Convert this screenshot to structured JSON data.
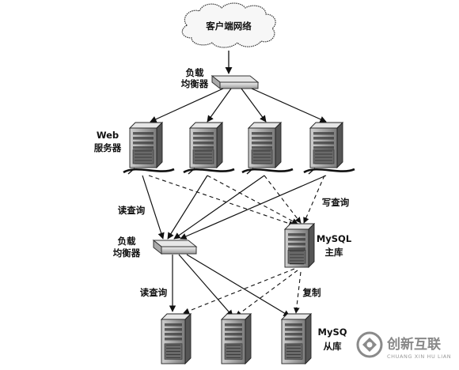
{
  "client_network": {
    "label": "客户端网络"
  },
  "top_balancer": {
    "label_line1": "负载",
    "label_line2": "均衡器"
  },
  "web_tier": {
    "label_line1": "Web",
    "label_line2": "服务器",
    "server_count": 4
  },
  "read_queries_upper": {
    "label": "读查询"
  },
  "write_queries": {
    "label": "写查询"
  },
  "db_balancer": {
    "label_line1": "负载",
    "label_line2": "均衡器"
  },
  "mysql_master": {
    "label_line1": "MySQL",
    "label_line2": "主库"
  },
  "read_queries_lower": {
    "label": "读查询"
  },
  "replication": {
    "label": "复制"
  },
  "mysql_slaves": {
    "label_line1": "MySQ",
    "label_line2": "从库",
    "server_count": 3
  },
  "watermark": {
    "brand_cn": "创新互联",
    "brand_en": "CHUANG XIN HU LIAN"
  }
}
